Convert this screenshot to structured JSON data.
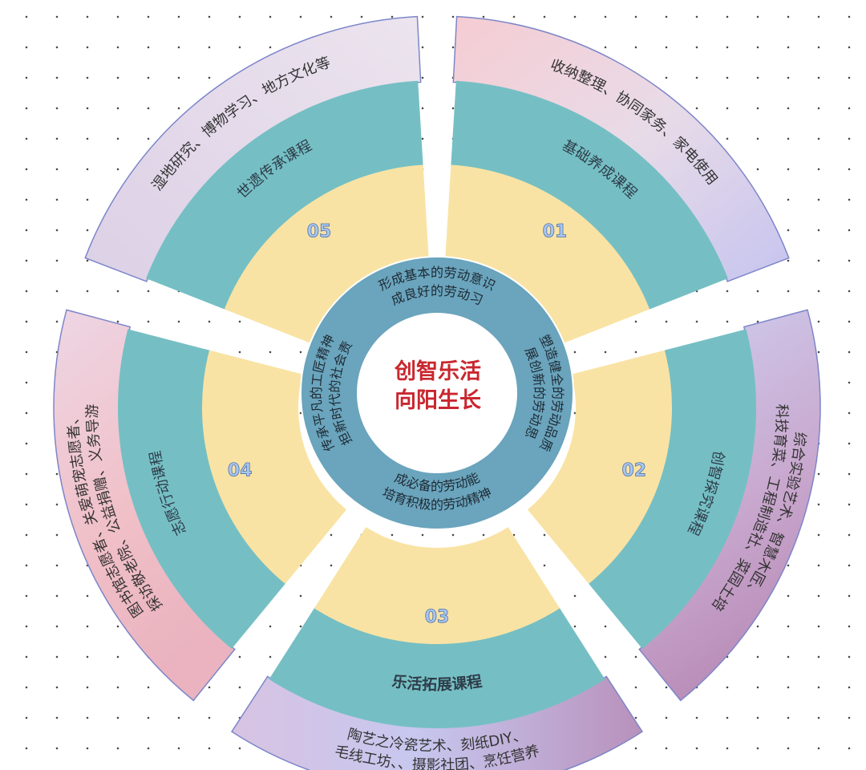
{
  "center": {
    "line1": "创智乐活",
    "line2": "向阳生长"
  },
  "colors": {
    "outer_ring_gradient": [
      "#f3c9cf",
      "#e5d9e8",
      "#c7c3ee"
    ],
    "course_ring": "#75bfc4",
    "number_ring": "#f9e3a4",
    "goal_ring": "#6aa4bd",
    "center_text": "#c9272f"
  },
  "segments": [
    {
      "number": "01",
      "course": "基础养成课程",
      "activities": [
        "收纳整理、协同家务、家电使用"
      ],
      "goals": [
        "塑造健全的劳动品质",
        "发展创新的劳动思维"
      ]
    },
    {
      "number": "02",
      "course": "创智探究课程",
      "activities": [
        "综合实验艺术、智慧木匠、",
        "科技育菜、工程制造社、菜园土培"
      ],
      "goals": [
        "形成必备的劳动能力",
        "培育积极的劳动精神"
      ]
    },
    {
      "number": "03",
      "course": "乐活拓展课程",
      "activities": [
        "陶艺之冷瓷艺术、刻纸DIY、",
        "毛线工坊、、摄影社团、烹饪营养"
      ],
      "goals": [
        "传承平凡的工匠精神",
        "承担新时代的社会责任"
      ]
    },
    {
      "number": "04",
      "course": "志愿行动课程",
      "activities": [
        "图书馆志愿者、关爱萌宠志愿者、",
        "探访敬老院、公益捐赠、义务导游"
      ],
      "goals": [
        "形成基本的劳动意识",
        "养成良好的劳动习惯"
      ]
    },
    {
      "number": "05",
      "course": "世遗传承课程",
      "activities": [
        "湿地研究、博物学习、地方文化等"
      ],
      "goals": []
    }
  ]
}
